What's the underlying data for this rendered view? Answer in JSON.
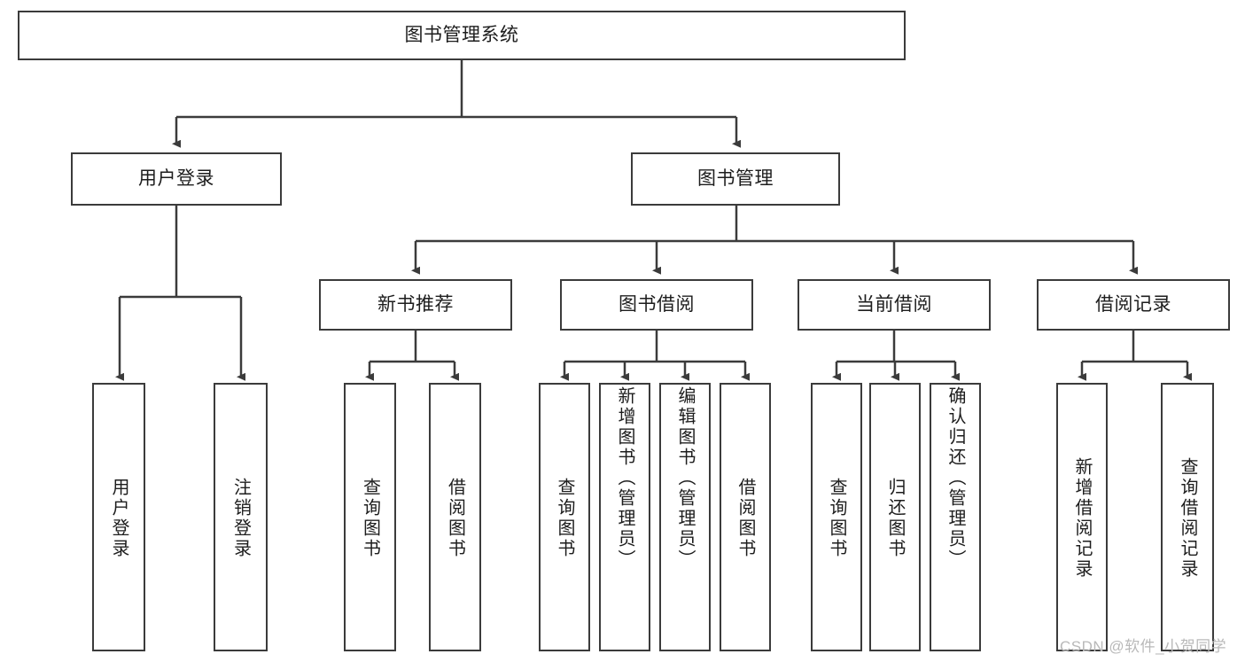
{
  "diagram": {
    "title": "图书管理系统",
    "type": "tree",
    "root": {
      "label": "图书管理系统"
    },
    "level2": [
      {
        "label": "用户登录"
      },
      {
        "label": "图书管理"
      }
    ],
    "level3": [
      {
        "label": "新书推荐"
      },
      {
        "label": "图书借阅"
      },
      {
        "label": "当前借阅"
      },
      {
        "label": "借阅记录"
      }
    ],
    "leaves": {
      "user_login": [
        {
          "label": "用户登录"
        },
        {
          "label": "注销登录"
        }
      ],
      "new_book_recommend": [
        {
          "label": "查询图书"
        },
        {
          "label": "借阅图书"
        }
      ],
      "book_borrow": [
        {
          "label": "查询图书"
        },
        {
          "label": "新增图书（管理员）"
        },
        {
          "label": "编辑图书（管理员）"
        },
        {
          "label": "借阅图书"
        }
      ],
      "current_borrow": [
        {
          "label": "查询图书"
        },
        {
          "label": "归还图书"
        },
        {
          "label": "确认归还（管理员）"
        }
      ],
      "borrow_record": [
        {
          "label": "新增借阅记录"
        },
        {
          "label": "查询借阅记录"
        }
      ]
    }
  },
  "watermark": {
    "text": "CSDN @软件_小贺同学"
  },
  "colors": {
    "stroke": "#3b3b3b",
    "box_fill": "#ffffff",
    "text": "#1d1d1d",
    "watermark": "#b9b9b9"
  }
}
